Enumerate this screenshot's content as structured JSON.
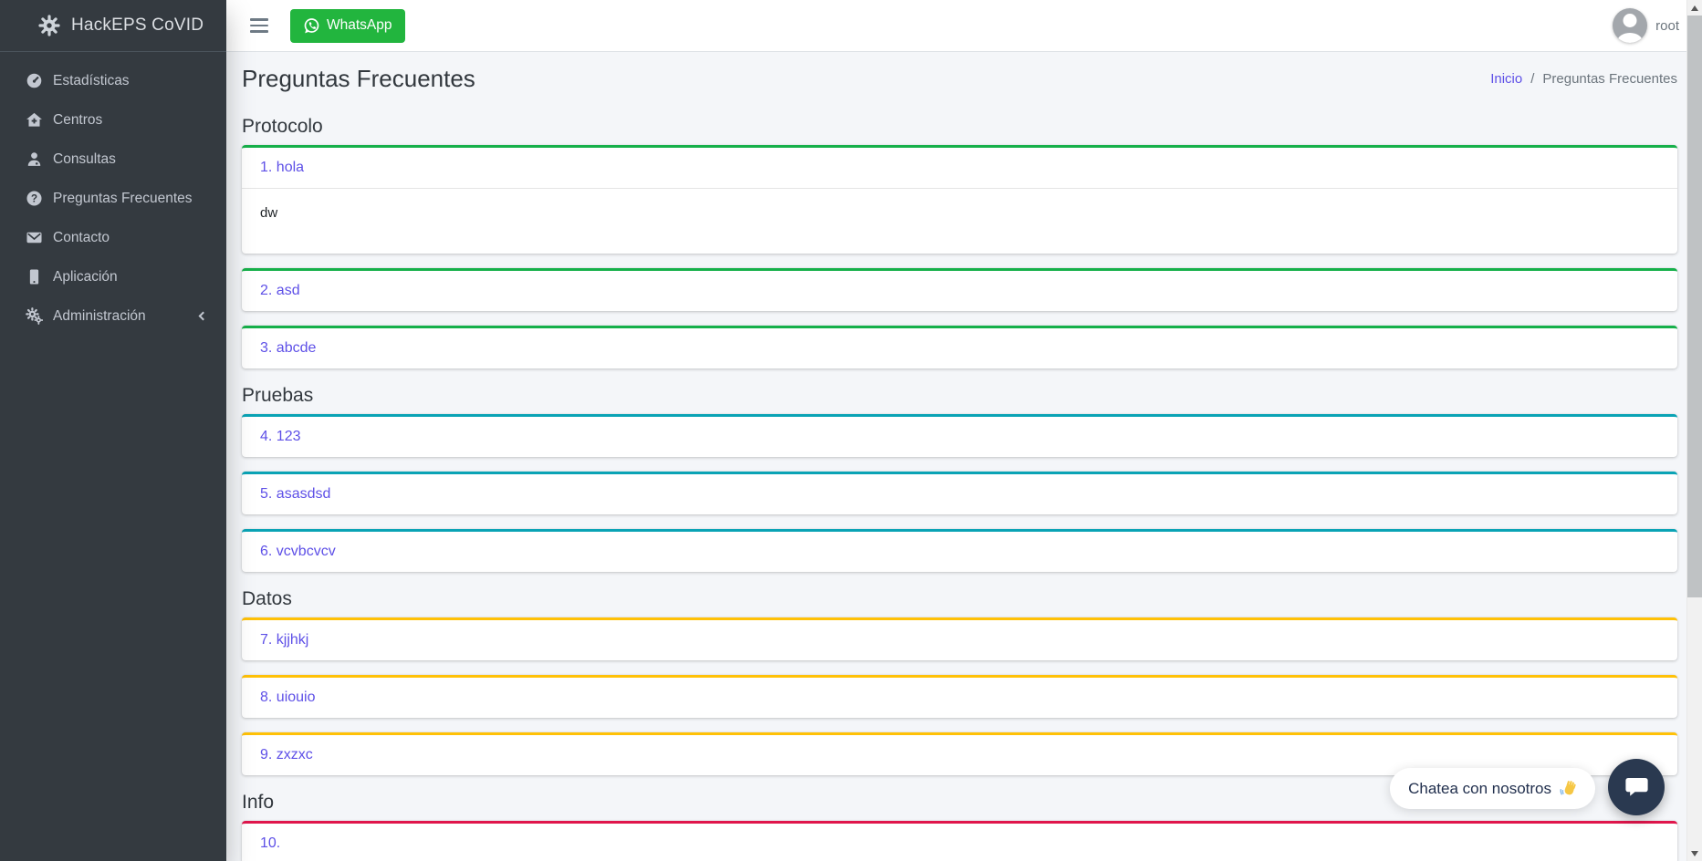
{
  "brand": {
    "title": "HackEPS CoVID",
    "icon": "virus-cog-icon"
  },
  "sidebar": {
    "items": [
      {
        "label": "Estadísticas",
        "icon": "gauge-icon"
      },
      {
        "label": "Centros",
        "icon": "clinic-house-icon"
      },
      {
        "label": "Consultas",
        "icon": "doctor-user-icon"
      },
      {
        "label": "Preguntas Frecuentes",
        "icon": "question-circle-icon"
      },
      {
        "label": "Contacto",
        "icon": "envelope-icon"
      },
      {
        "label": "Aplicación",
        "icon": "tablet-icon"
      },
      {
        "label": "Administración",
        "icon": "cogs-icon",
        "has_chevron": true
      }
    ]
  },
  "navbar": {
    "menu_icon": "hamburger-icon",
    "whatsapp_label": "WhatsApp",
    "whatsapp_icon": "whatsapp-icon",
    "user": "root"
  },
  "page": {
    "title": "Preguntas Frecuentes",
    "breadcrumb": {
      "home": "Inicio",
      "separator": "/",
      "current": "Preguntas Frecuentes"
    }
  },
  "colors": {
    "sidebar_bg": "#343a40",
    "link": "#5e50e7",
    "success": "#16b04a",
    "info": "#0aa3b5",
    "warning": "#ffc107",
    "danger": "#e0164c",
    "whatsapp": "#22b53e",
    "chat_button": "#2a3950"
  },
  "sections": [
    {
      "title": "Protocolo",
      "accent": "#16b04a",
      "items": [
        {
          "label": "1. hola",
          "answer": "dw",
          "expanded": true
        },
        {
          "label": "2. asd"
        },
        {
          "label": "3. abcde"
        }
      ]
    },
    {
      "title": "Pruebas",
      "accent": "#0aa3b5",
      "items": [
        {
          "label": "4. 123"
        },
        {
          "label": "5. asasdsd"
        },
        {
          "label": "6. vcvbcvcv"
        }
      ]
    },
    {
      "title": "Datos",
      "accent": "#ffc107",
      "items": [
        {
          "label": "7. kjjhkj"
        },
        {
          "label": "8. uiouio"
        },
        {
          "label": "9. zxzxc"
        }
      ]
    },
    {
      "title": "Info",
      "accent": "#e0164c",
      "items": [
        {
          "label": "10."
        }
      ]
    }
  ],
  "chat": {
    "label": "Chatea con nosotros",
    "wave_icon": "waving-hand-icon",
    "bubble_icon": "chat-bubble-icon"
  }
}
